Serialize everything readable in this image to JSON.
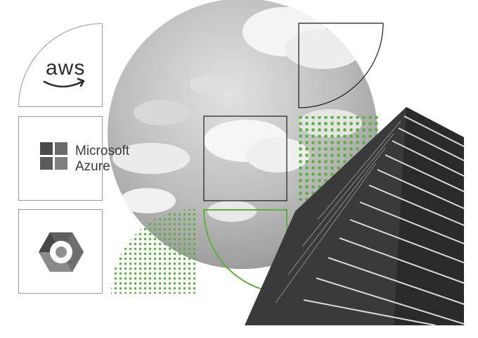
{
  "logos": {
    "aws": {
      "text": "aws",
      "icon": "aws-smile-arrow-icon"
    },
    "azure": {
      "line1": "Microsoft",
      "line2": "Azure",
      "icon": "microsoft-windows-squares-icon"
    },
    "gcp": {
      "icon": "google-cloud-hexagon-icon"
    }
  },
  "colors": {
    "accent_green": "#5ab23a",
    "tile_border": "#9a9a9a",
    "logo_gray": "#5a5a5a"
  }
}
